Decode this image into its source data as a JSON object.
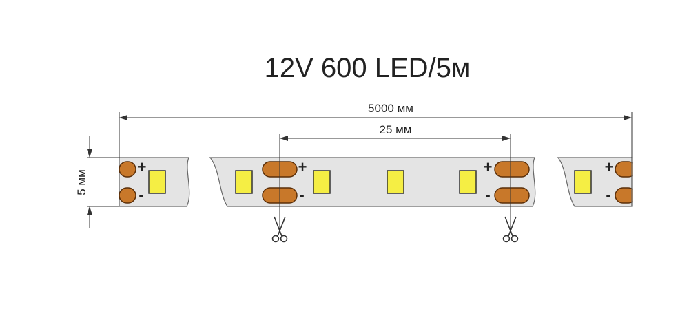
{
  "title": "12V 600 LED/5м",
  "dimensions": {
    "total_length": "5000 мм",
    "segment_length": "25 мм",
    "width": "5 мм"
  },
  "pad_labels": {
    "plus": "+",
    "minus": "-"
  },
  "icons": {
    "cut": "scissors-icon"
  },
  "colors": {
    "strip": "#e4e4e4",
    "strip_stroke": "#666666",
    "pad": "#c8782a",
    "pad_stroke": "#5a2e08",
    "led": "#f5ee44",
    "led_stroke": "#333333",
    "line": "#333333"
  }
}
